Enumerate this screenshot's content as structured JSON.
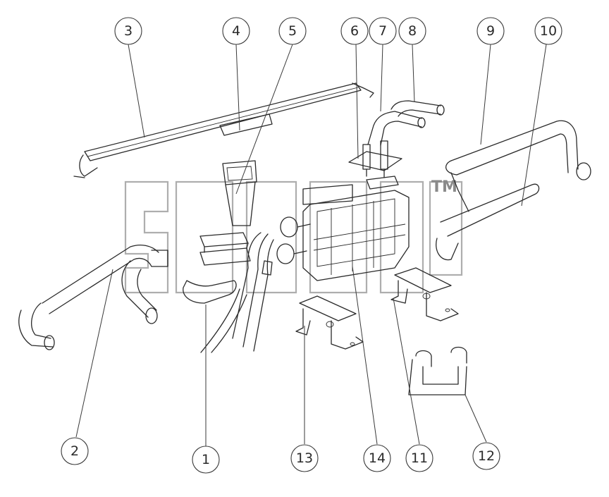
{
  "diagram": {
    "callouts": [
      {
        "id": "c1",
        "label": "1"
      },
      {
        "id": "c2",
        "label": "2"
      },
      {
        "id": "c3",
        "label": "3"
      },
      {
        "id": "c4",
        "label": "4"
      },
      {
        "id": "c5",
        "label": "5"
      },
      {
        "id": "c6",
        "label": "6"
      },
      {
        "id": "c7",
        "label": "7"
      },
      {
        "id": "c8",
        "label": "8"
      },
      {
        "id": "c9",
        "label": "9"
      },
      {
        "id": "c10",
        "label": "10"
      },
      {
        "id": "c11",
        "label": "11"
      },
      {
        "id": "c12",
        "label": "12"
      },
      {
        "id": "c13",
        "label": "13"
      },
      {
        "id": "c14",
        "label": "14"
      }
    ],
    "watermark": {
      "mark": "TM"
    }
  }
}
